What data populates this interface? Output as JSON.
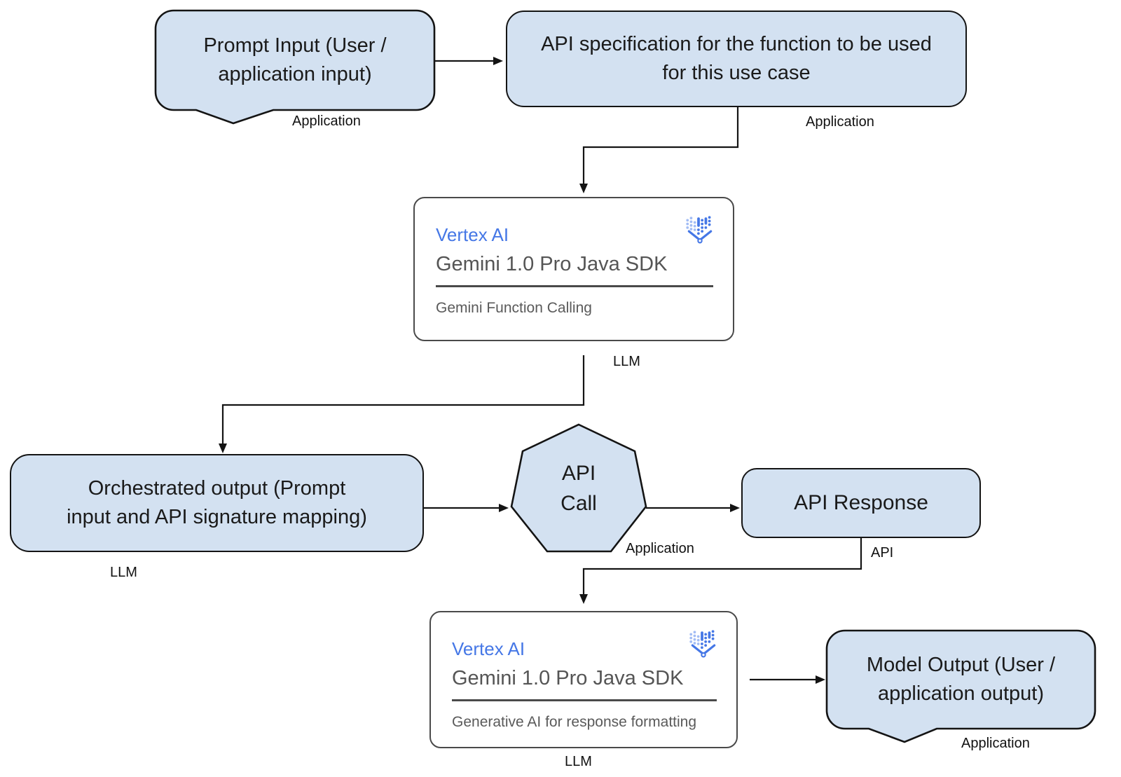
{
  "colors": {
    "node_fill": "#d3e1f1",
    "node_border": "#141414",
    "connector": "#141414",
    "text_dark": "#1a1a1a",
    "tag_color": "#111111",
    "card_bg": "#ffffff",
    "card_border": "#4a4a4a",
    "vertex_blue": "#4577e6",
    "card_title": "#555555",
    "card_caption": "#5a5a5a"
  },
  "nodes": {
    "prompt_input": {
      "text": "Prompt Input (User / application input)",
      "tag": "Application"
    },
    "api_spec": {
      "text": "API specification for the function to be used for this use case",
      "tag": "Application"
    },
    "gemini_function_calling": {
      "product": "Vertex AI",
      "title": "Gemini 1.0 Pro Java SDK",
      "caption": "Gemini Function Calling",
      "tag": "LLM",
      "icon": "vertex-ai-icon"
    },
    "orchestrated_output": {
      "text": "Orchestrated output (Prompt input and API signature mapping)",
      "tag": "LLM"
    },
    "api_call": {
      "text": "API Call",
      "tag": "Application"
    },
    "api_response": {
      "text": "API Response",
      "tag": "API"
    },
    "gemini_response_formatting": {
      "product": "Vertex AI",
      "title": "Gemini 1.0 Pro Java SDK",
      "caption": "Generative AI for response formatting",
      "tag": "LLM",
      "icon": "vertex-ai-icon"
    },
    "model_output": {
      "text": "Model Output (User / application output)",
      "tag": "Application"
    }
  }
}
